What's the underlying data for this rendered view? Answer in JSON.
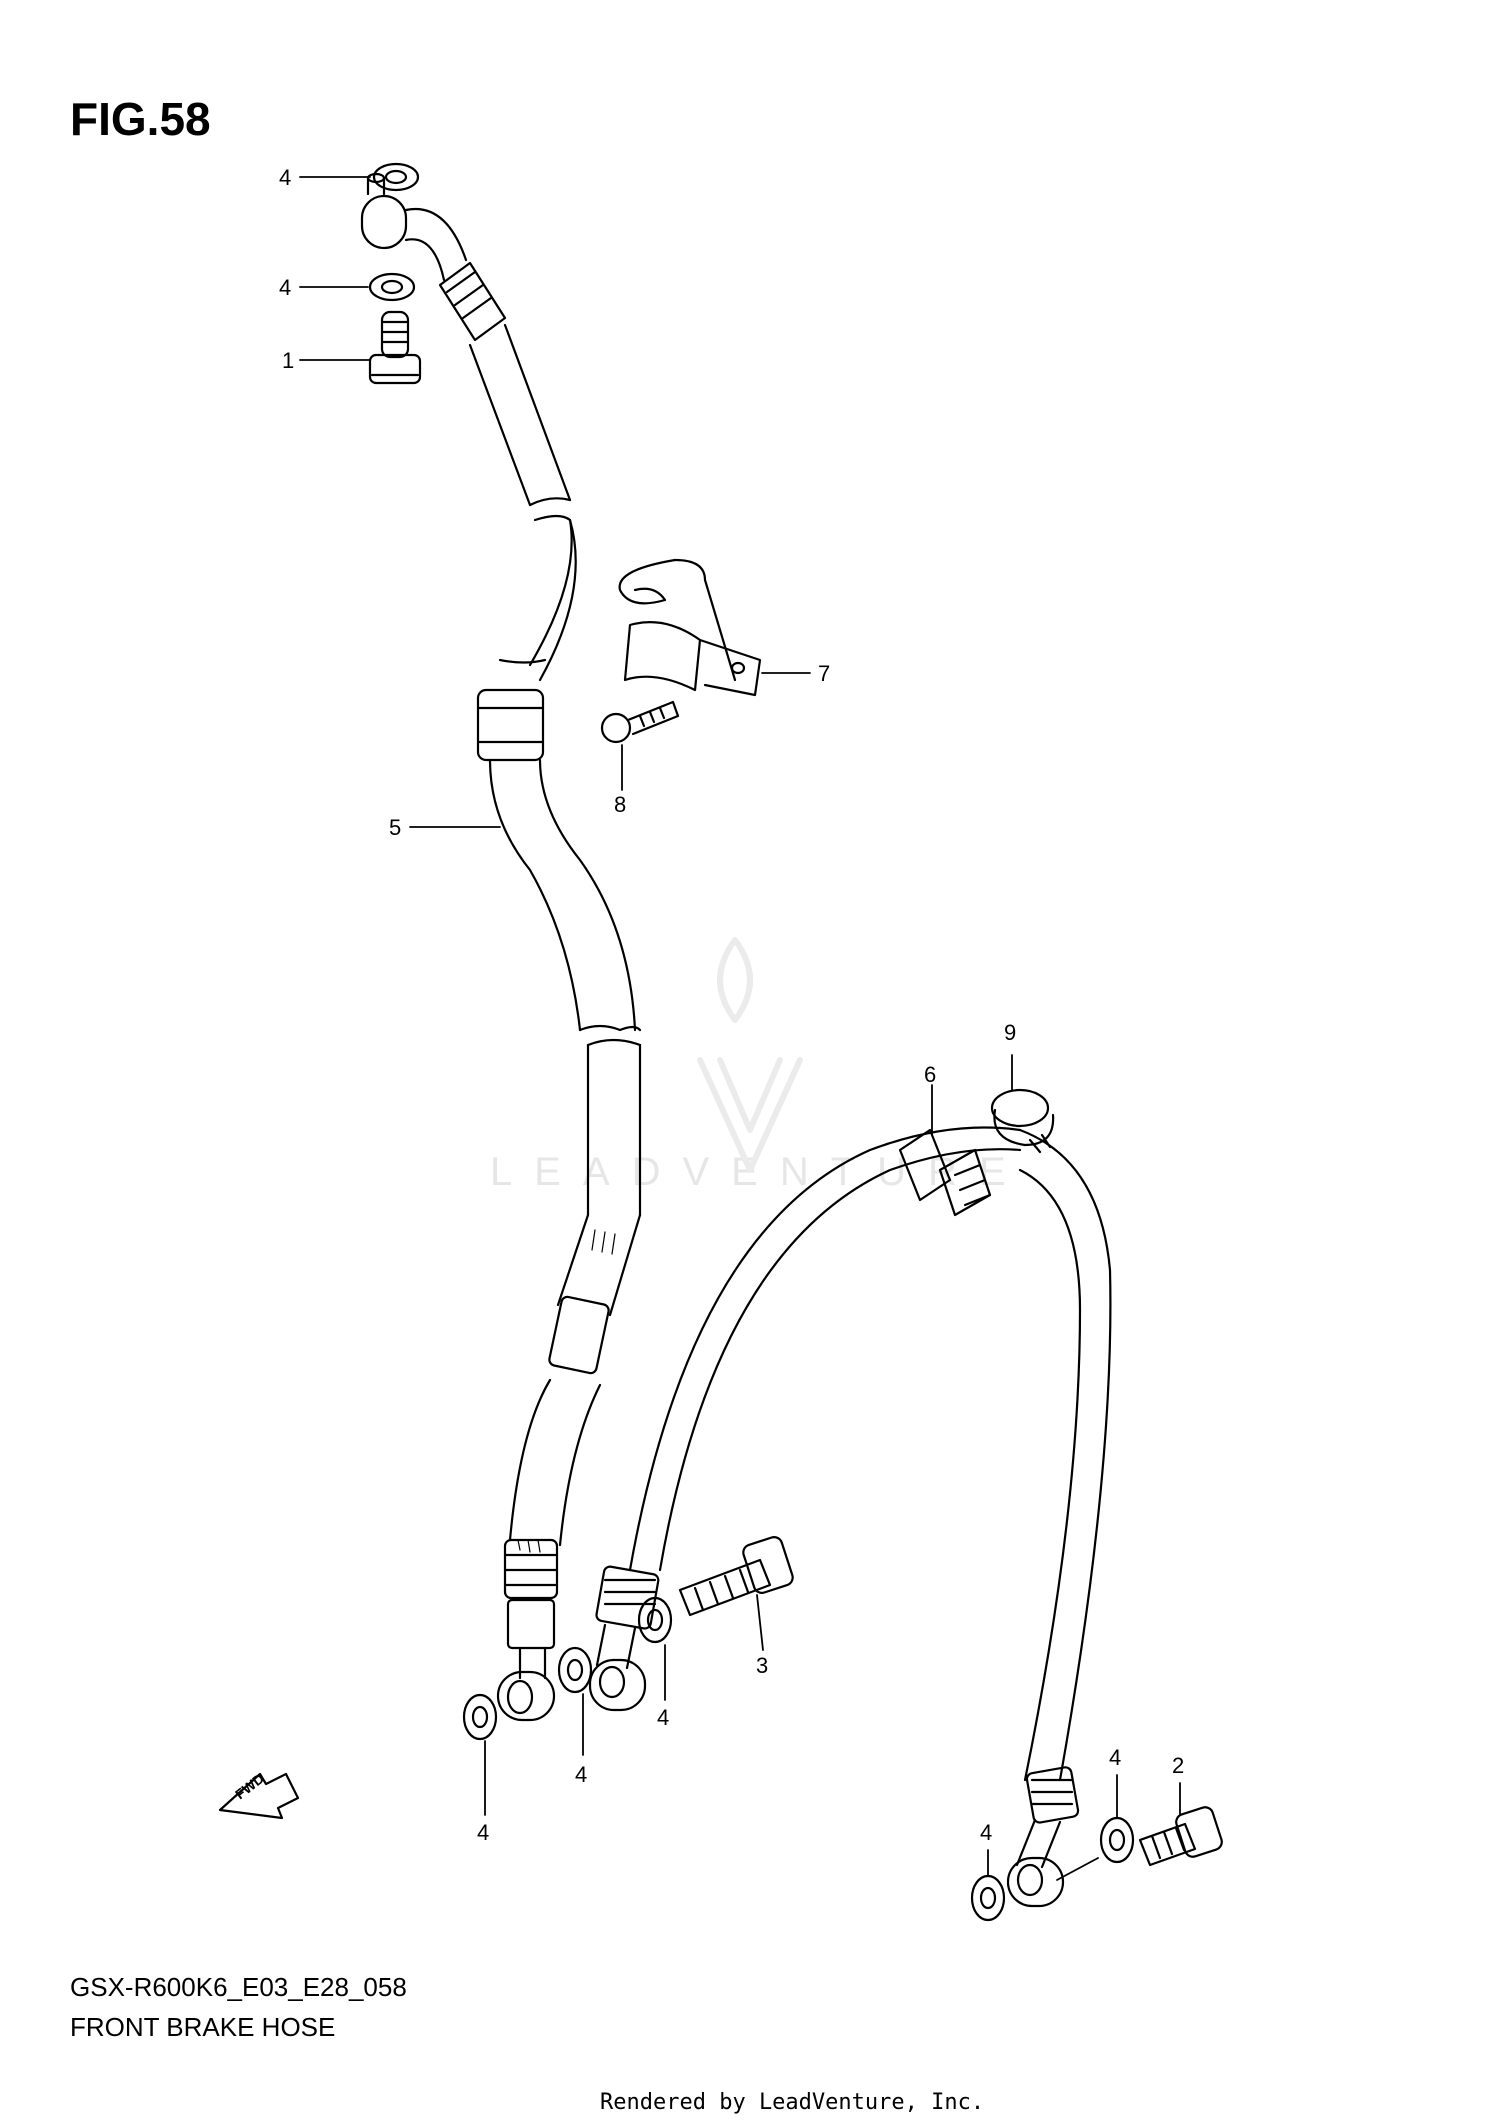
{
  "figure": {
    "title": "FIG.58",
    "model_code": "GSX-R600K6_E03_E28_058",
    "caption": "FRONT BRAKE HOSE",
    "render_credit": "Rendered by LeadVenture, Inc.",
    "watermark": "LEADVENTURE",
    "fwd_label": "FWD"
  },
  "callouts": [
    {
      "id": "4a",
      "label": "4"
    },
    {
      "id": "4b",
      "label": "4"
    },
    {
      "id": "1",
      "label": "1"
    },
    {
      "id": "7",
      "label": "7"
    },
    {
      "id": "8",
      "label": "8"
    },
    {
      "id": "5",
      "label": "5"
    },
    {
      "id": "9",
      "label": "9"
    },
    {
      "id": "6",
      "label": "6"
    },
    {
      "id": "3",
      "label": "3"
    },
    {
      "id": "4c",
      "label": "4"
    },
    {
      "id": "4d",
      "label": "4"
    },
    {
      "id": "4e",
      "label": "4"
    },
    {
      "id": "2",
      "label": "2"
    },
    {
      "id": "4f",
      "label": "4"
    },
    {
      "id": "4g",
      "label": "4"
    }
  ]
}
